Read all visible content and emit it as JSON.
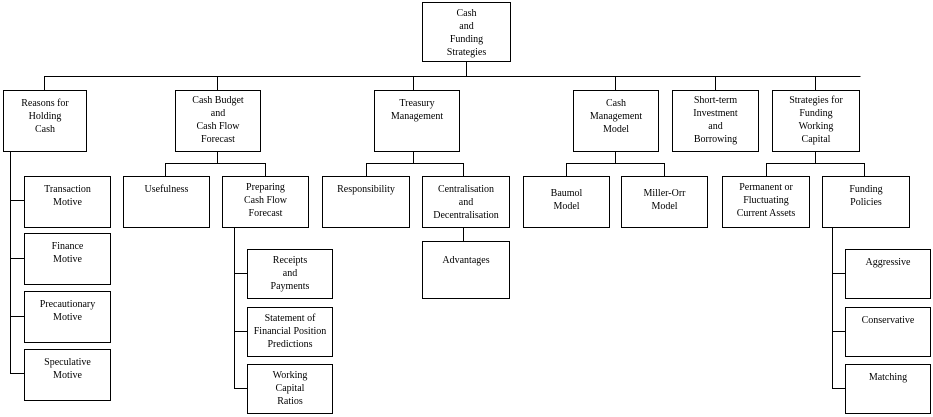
{
  "root": "Cash\nand\nFunding\nStrategies",
  "branches": {
    "reasons": {
      "label": "Reasons for\nHolding\nCash",
      "children": [
        "Transaction\nMotive",
        "Finance\nMotive",
        "Precautionary\nMotive",
        "Speculative\nMotive"
      ]
    },
    "budget": {
      "label": "Cash Budget\nand\nCash Flow\nForecast",
      "children": [
        "Usefulness",
        "Preparing\nCash Flow\nForecast"
      ],
      "grandchildren": [
        "Receipts\nand\nPayments",
        "Statement of\nFinancial Position\nPredictions",
        "Working\nCapital\nRatios"
      ]
    },
    "treasury": {
      "label": "Treasury\nManagement",
      "children": [
        "Responsibility",
        "Centralisation\nand\nDecentralisation"
      ],
      "grandchildren": [
        "Advantages"
      ]
    },
    "model": {
      "label": "Cash\nManagement\nModel",
      "children": [
        "Baumol\nModel",
        "Miller-Orr\nModel"
      ]
    },
    "shortterm": {
      "label": "Short-term\nInvestment\nand\nBorrowing"
    },
    "strategies": {
      "label": "Strategies for\nFunding\nWorking\nCapital",
      "children": [
        "Permanent or\nFluctuating\nCurrent Assets",
        "Funding\nPolicies"
      ],
      "grandchildren": [
        "Aggressive",
        "Conservative",
        "Matching"
      ]
    }
  }
}
